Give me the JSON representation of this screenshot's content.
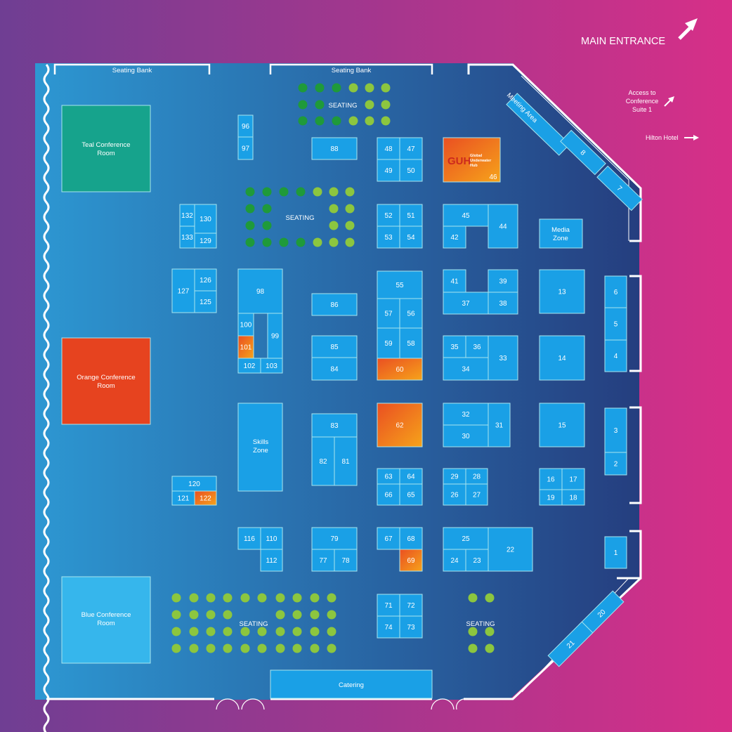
{
  "header": {
    "main_entrance": "MAIN ENTRANCE",
    "access_line1": "Access to",
    "access_line2": "Conference",
    "access_line3": "Suite 1",
    "hilton": "Hilton Hotel"
  },
  "labels": {
    "seating_bank": "Seating Bank",
    "seating": "SEATING",
    "meeting_area": "Meeting Area",
    "catering": "Catering"
  },
  "rooms": {
    "teal_line1": "Teal Conference",
    "teal_line2": "Room",
    "orange_line1": "Orange Conference",
    "orange_line2": "Room",
    "blue_line1": "Blue Conference",
    "blue_line2": "Room"
  },
  "zones": {
    "media_line1": "Media",
    "media_line2": "Zone",
    "skills_line1": "Skills",
    "skills_line2": "Zone"
  },
  "sponsor": {
    "logo_letters": "GUH",
    "logo_line1": "Global",
    "logo_line2": "Underwater",
    "logo_line3": "Hub",
    "stand": "46"
  },
  "colors": {
    "background_left": "#6f3e93",
    "background_right": "#d72f88",
    "hall_left": "#2d97d2",
    "hall_right": "#253e7f",
    "stand": "#1aa0e6",
    "featured": "#f07a1d",
    "teal_room": "#16a38c",
    "orange_room": "#e6431f",
    "blue_room": "#36b6ec",
    "seat_dark": "#1f9a3a",
    "seat_light": "#8cc63f"
  },
  "stands": [
    {
      "id": "96"
    },
    {
      "id": "97"
    },
    {
      "id": "88"
    },
    {
      "id": "48"
    },
    {
      "id": "47"
    },
    {
      "id": "49"
    },
    {
      "id": "50"
    },
    {
      "id": "132"
    },
    {
      "id": "130"
    },
    {
      "id": "133"
    },
    {
      "id": "129"
    },
    {
      "id": "52"
    },
    {
      "id": "51"
    },
    {
      "id": "53"
    },
    {
      "id": "54"
    },
    {
      "id": "45"
    },
    {
      "id": "42"
    },
    {
      "id": "44"
    },
    {
      "id": "127"
    },
    {
      "id": "126"
    },
    {
      "id": "125"
    },
    {
      "id": "98"
    },
    {
      "id": "86"
    },
    {
      "id": "55"
    },
    {
      "id": "57"
    },
    {
      "id": "56"
    },
    {
      "id": "41"
    },
    {
      "id": "39"
    },
    {
      "id": "37"
    },
    {
      "id": "38"
    },
    {
      "id": "13"
    },
    {
      "id": "6"
    },
    {
      "id": "5"
    },
    {
      "id": "4"
    },
    {
      "id": "100"
    },
    {
      "id": "101"
    },
    {
      "id": "99"
    },
    {
      "id": "102"
    },
    {
      "id": "103"
    },
    {
      "id": "85"
    },
    {
      "id": "84"
    },
    {
      "id": "59"
    },
    {
      "id": "58"
    },
    {
      "id": "60"
    },
    {
      "id": "35"
    },
    {
      "id": "36"
    },
    {
      "id": "34"
    },
    {
      "id": "33"
    },
    {
      "id": "14"
    },
    {
      "id": "83"
    },
    {
      "id": "82"
    },
    {
      "id": "81"
    },
    {
      "id": "62"
    },
    {
      "id": "32"
    },
    {
      "id": "30"
    },
    {
      "id": "31"
    },
    {
      "id": "15"
    },
    {
      "id": "3"
    },
    {
      "id": "2"
    },
    {
      "id": "120"
    },
    {
      "id": "121"
    },
    {
      "id": "122"
    },
    {
      "id": "63"
    },
    {
      "id": "64"
    },
    {
      "id": "66"
    },
    {
      "id": "65"
    },
    {
      "id": "29"
    },
    {
      "id": "28"
    },
    {
      "id": "26"
    },
    {
      "id": "27"
    },
    {
      "id": "16"
    },
    {
      "id": "17"
    },
    {
      "id": "19"
    },
    {
      "id": "18"
    },
    {
      "id": "116"
    },
    {
      "id": "110"
    },
    {
      "id": "112"
    },
    {
      "id": "79"
    },
    {
      "id": "77"
    },
    {
      "id": "78"
    },
    {
      "id": "67"
    },
    {
      "id": "68"
    },
    {
      "id": "69"
    },
    {
      "id": "25"
    },
    {
      "id": "24"
    },
    {
      "id": "23"
    },
    {
      "id": "22"
    },
    {
      "id": "1"
    },
    {
      "id": "71"
    },
    {
      "id": "72"
    },
    {
      "id": "74"
    },
    {
      "id": "73"
    },
    {
      "id": "8"
    },
    {
      "id": "7"
    },
    {
      "id": "20"
    },
    {
      "id": "21"
    }
  ]
}
